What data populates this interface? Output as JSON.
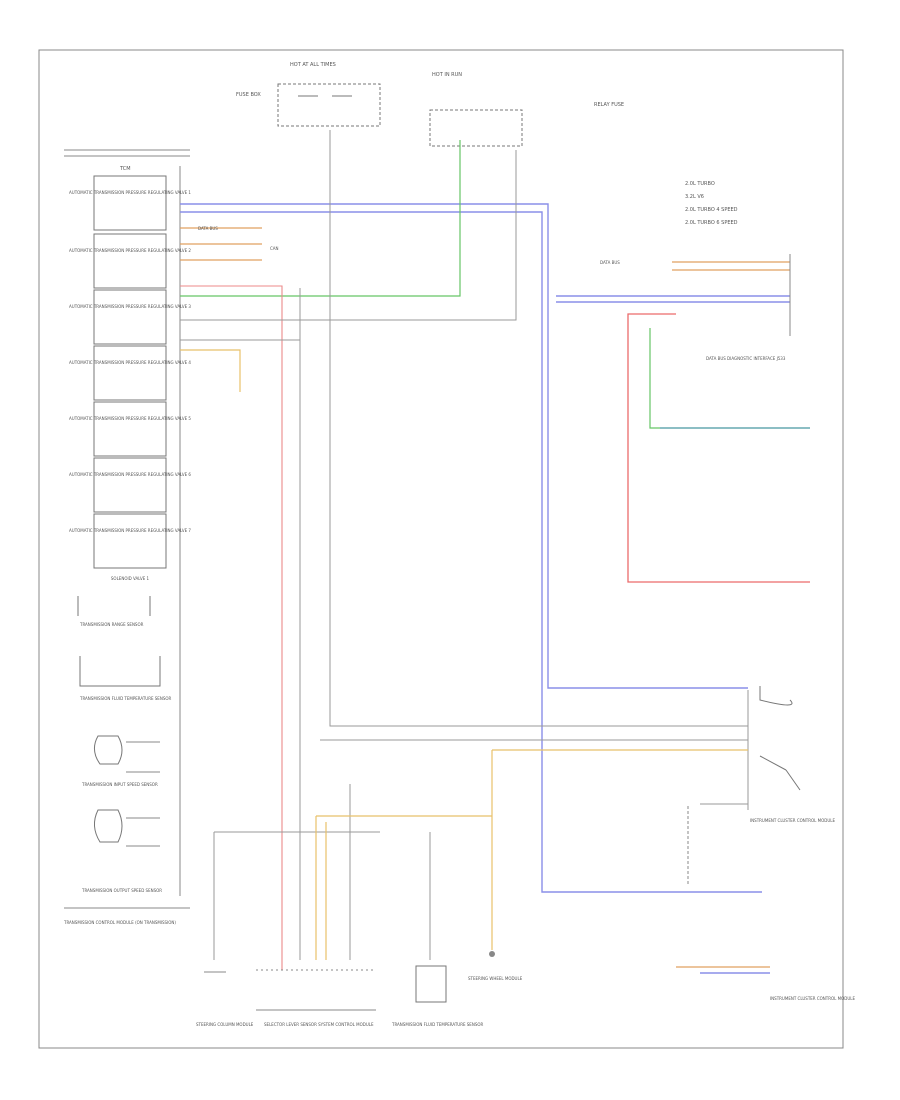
{
  "legend": {
    "items": [
      {
        "code": "1",
        "text": "2.0L TURBO"
      },
      {
        "code": "2",
        "text": "3.2L V6"
      },
      {
        "code": "3",
        "text": "2.0L TURBO 4 SPEED"
      },
      {
        "code": "4",
        "text": "2.0L TURBO 6 SPEED"
      }
    ]
  },
  "top_labels": {
    "hot_at_all_times": "HOT AT ALL TIMES",
    "fuse_box_left": "FUSE BOX",
    "hot_in_run": "HOT IN RUN",
    "relay_fuse": "RELAY FUSE"
  },
  "tcm": {
    "title": "TCM",
    "valves": [
      "AUTOMATIC TRANSMISSION PRESSURE REGULATING VALVE 1",
      "AUTOMATIC TRANSMISSION PRESSURE REGULATING VALVE 2",
      "AUTOMATIC TRANSMISSION PRESSURE REGULATING VALVE 3",
      "AUTOMATIC TRANSMISSION PRESSURE REGULATING VALVE 4",
      "AUTOMATIC TRANSMISSION PRESSURE REGULATING VALVE 5",
      "AUTOMATIC TRANSMISSION PRESSURE REGULATING VALVE 6",
      "AUTOMATIC TRANSMISSION PRESSURE REGULATING VALVE 7"
    ],
    "solenoid": "SOLENOID VALVE 1",
    "sensors": [
      "TRANSMISSION RANGE SENSOR",
      "TRANSMISSION FLUID TEMPERATURE SENSOR",
      "TRANSMISSION INPUT SPEED SENSOR",
      "TRANSMISSION OUTPUT SPEED SENSOR"
    ],
    "footer": "TRANSMISSION CONTROL MODULE (ON TRANSMISSION)"
  },
  "connectors": {
    "data_bus": "DATA BUS",
    "can": "CAN"
  },
  "right_labels": {
    "data_bus_top": "DATA BUS",
    "gateway": "DATA BUS DIAGNOSTIC INTERFACE J533",
    "instrument": "INSTRUMENT CLUSTER CONTROL MODULE"
  },
  "bottom_components": [
    "STEERING COLUMN MODULE",
    "SELECTOR LEVER SENSOR SYSTEM CONTROL MODULE",
    "TRANSMISSION FLUID TEMPERATURE SENSOR",
    "STEERING WHEEL MODULE",
    "INSTRUMENT CLUSTER CONTROL MODULE"
  ],
  "wire_colors": {
    "blue": "#8a8fe8",
    "green": "#66c566",
    "red": "#ec6b6b",
    "yellow": "#e8c16a",
    "gray": "#9a9a9a",
    "teal": "#5f9fb8"
  }
}
